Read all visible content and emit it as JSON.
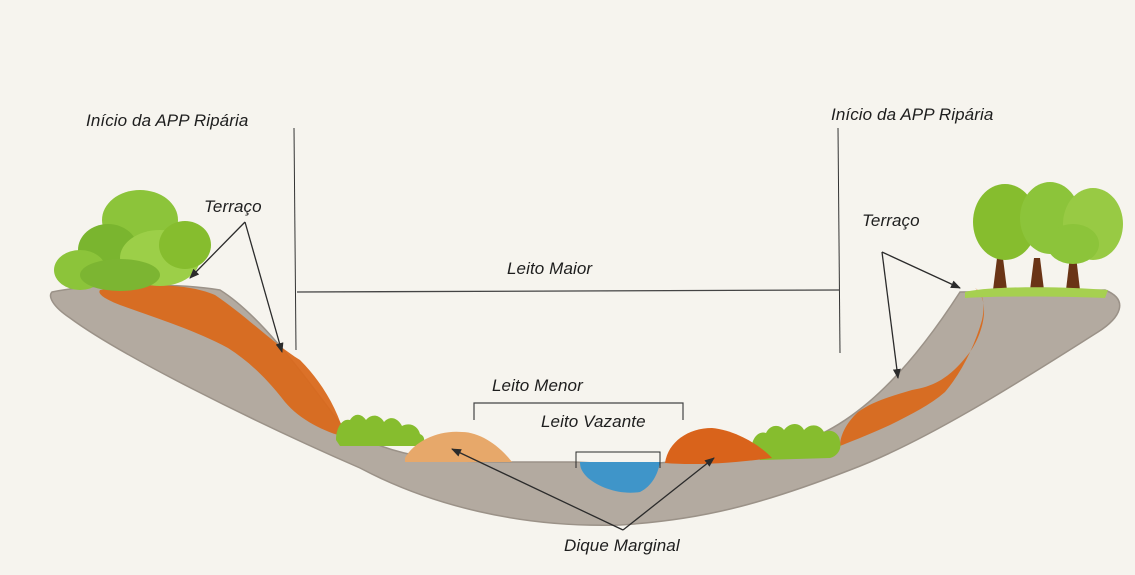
{
  "labels": {
    "app_start_left": "Início da APP Ripária",
    "app_start_right": "Início da APP Ripária",
    "terrace_left": "Terraço",
    "terrace_right": "Terraço",
    "leito_maior": "Leito Maior",
    "leito_menor": "Leito Menor",
    "leito_vazante": "Leito Vazante",
    "dique_marginal": "Dique Marginal"
  },
  "colors": {
    "paper": "#f6f4ee",
    "soil": "#b3aaa0",
    "terrace": "#d9691c",
    "dike_left": "#e7a86a",
    "dike_right": "#d9631b",
    "grass": "#86bd2e",
    "tree_foliage": "#8cc43a",
    "tree_trunk": "#6a3416",
    "water": "#3f95c9",
    "ink": "#1e1e1e"
  }
}
